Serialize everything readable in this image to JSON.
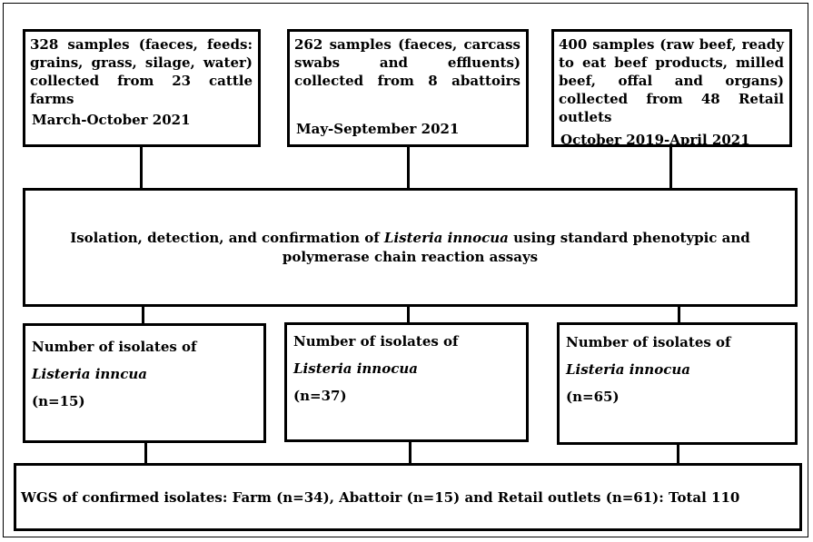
{
  "sources": [
    {
      "text": "328 samples (faeces, feeds: grains, grass, silage, water) collected from 23 cattle farms",
      "date": "March-October 2021"
    },
    {
      "text": "262 samples (faeces, carcass swabs and effluents) collected from 8 abattoirs",
      "date": "May-September 2021"
    },
    {
      "text": "400 samples (raw beef, ready to eat beef products, milled beef, offal and organs) collected from 48 Retail outlets",
      "date": "October 2019-April 2021"
    }
  ],
  "middle": {
    "prefix": "Isolation, detection, and confirmation of ",
    "species": "Listeria innocua",
    "suffix": " using standard phenotypic and polymerase chain reaction assays"
  },
  "counts": [
    {
      "label": "Number of isolates of",
      "species": "Listeria inncua",
      "n": "(n=15)"
    },
    {
      "label": "Number of isolates of",
      "species": "Listeria innocua",
      "n": "(n=37)"
    },
    {
      "label": "Number of isolates of",
      "species": "Listeria innocua",
      "n": "(n=65)"
    }
  ],
  "bottom": "WGS of confirmed isolates: Farm (n=34), Abattoir (n=15) and Retail outlets (n=61): Total 110"
}
